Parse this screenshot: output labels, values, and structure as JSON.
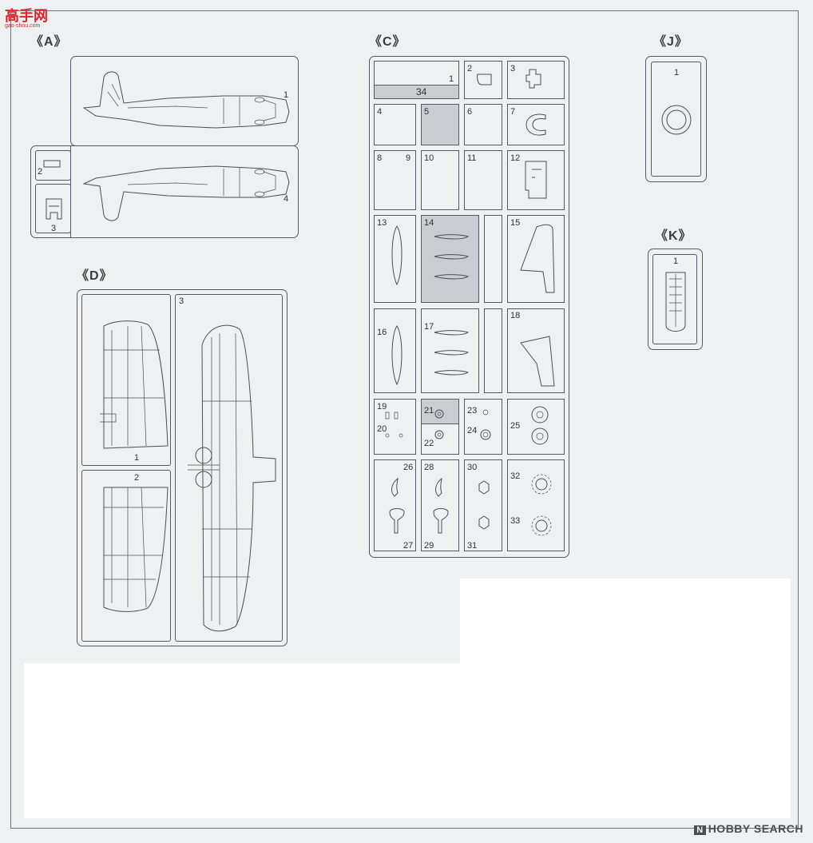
{
  "watermark": {
    "site": "高手网",
    "site_sub": "gao-shou.com",
    "footer": "HOBBY SEARCH",
    "footer_mark": "N"
  },
  "sprues": {
    "A": {
      "label": "《A》",
      "parts": [
        "1",
        "2",
        "3",
        "4"
      ]
    },
    "C": {
      "label": "《C》",
      "parts": [
        "1",
        "2",
        "3",
        "4",
        "5",
        "6",
        "7",
        "8",
        "9",
        "10",
        "11",
        "12",
        "13",
        "14",
        "15",
        "16",
        "17",
        "18",
        "19",
        "20",
        "21",
        "22",
        "23",
        "24",
        "25",
        "26",
        "27",
        "28",
        "29",
        "30",
        "31",
        "32",
        "33",
        "34"
      ]
    },
    "D": {
      "label": "《D》",
      "parts": [
        "1",
        "2",
        "3"
      ]
    },
    "J": {
      "label": "《J》",
      "parts": [
        "1"
      ]
    },
    "K": {
      "label": "《K》",
      "parts": [
        "1"
      ]
    }
  }
}
